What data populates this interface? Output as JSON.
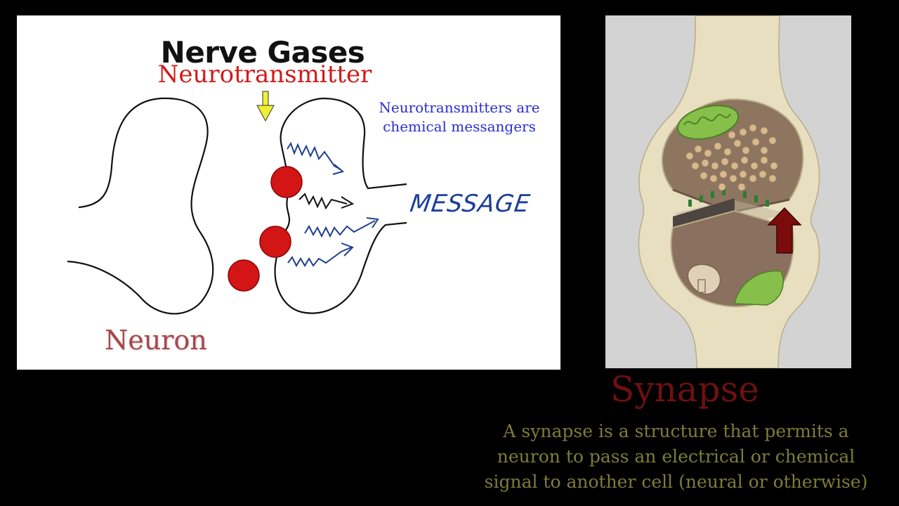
{
  "left_panel": {
    "title": "Nerve Gases",
    "subtitle": "Neurotransmitter",
    "note_line1": "Neurotransmitters are",
    "note_line2": "chemical messangers",
    "message_label": "MESSAGE",
    "neuron_label": "Neuron"
  },
  "right_panel": {
    "caption_title": "Synapse",
    "caption_line1": "A synapse is a structure that permits a",
    "caption_line2": "neuron to pass an electrical or chemical",
    "caption_line3": "signal to another cell (neural or otherwise)"
  },
  "colors": {
    "neurotransmitter_dot": "#d41515",
    "arrow_yellow": "#f0ee35",
    "squiggle_blue": "#1f3f8f",
    "synapse_arrow": "#7a0c0c",
    "mitochondria_green": "#7cb342"
  }
}
